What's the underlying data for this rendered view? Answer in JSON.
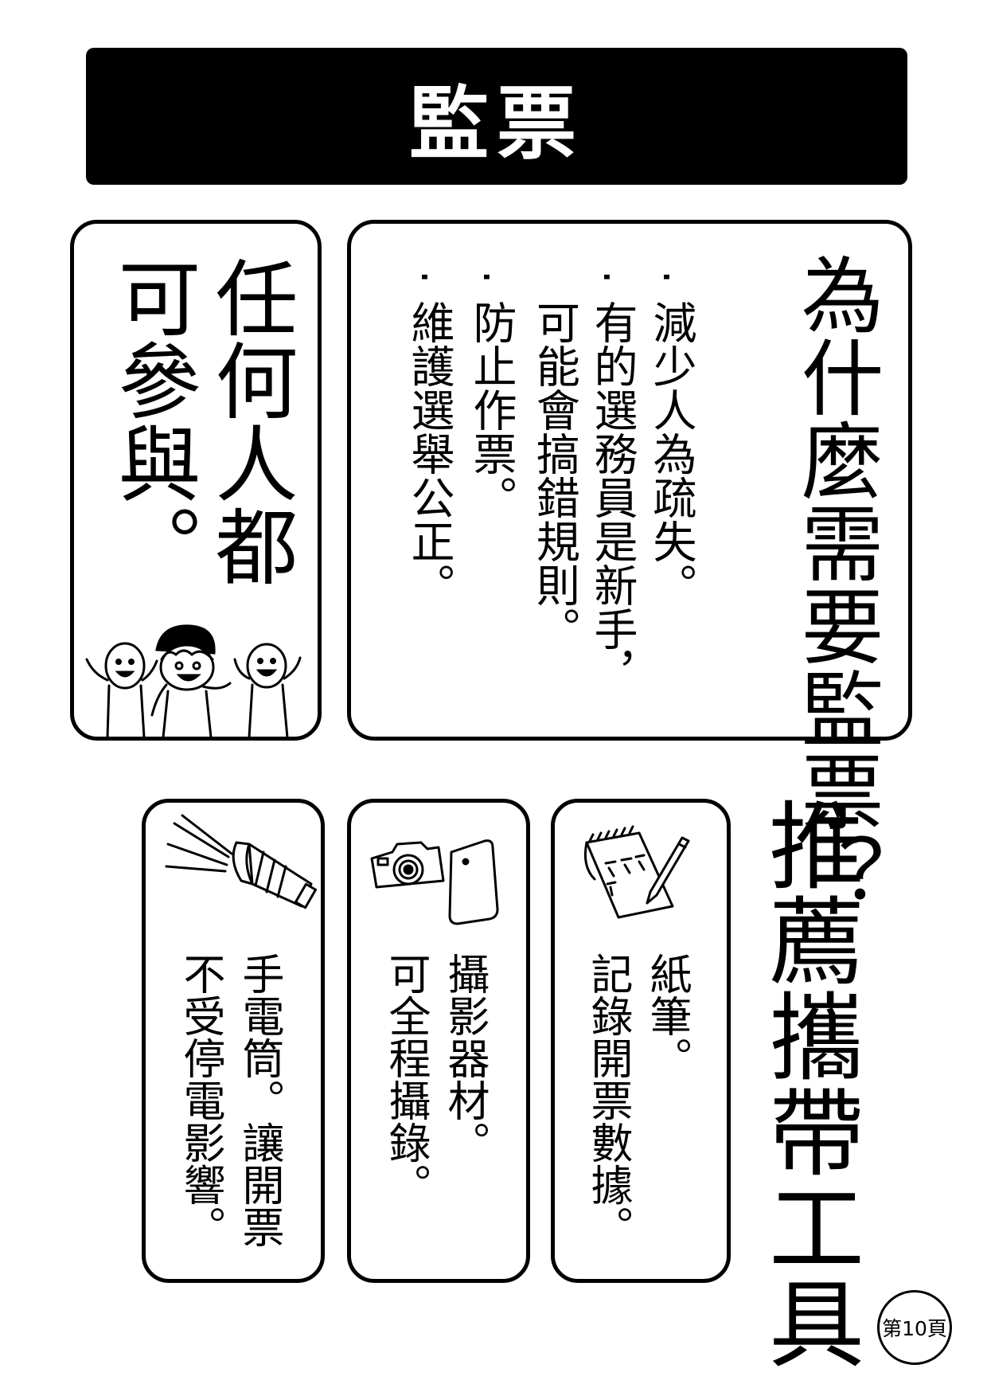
{
  "title": "監票",
  "panel_why": {
    "heading": "為什麼需要監票？",
    "bullets": [
      "減少人為疏失。",
      "有的選務員是新手，可能會搞錯規則。",
      "防止作票。",
      "維護選舉公正。"
    ],
    "bullet_marker": "·"
  },
  "panel_anyone": {
    "line1": "任何人都",
    "line2": "可參與。"
  },
  "tools": {
    "heading": "推薦攜帶工具",
    "items": [
      {
        "line1": "紙筆。",
        "line2": "記錄開票數據。",
        "icon": "notepad-pen-icon"
      },
      {
        "line1": "攝影器材。",
        "line2": "可全程攝錄。",
        "icon": "camera-phone-icon"
      },
      {
        "line1": "手電筒。讓開票",
        "line2": "不受停電影響。",
        "icon": "flashlight-icon"
      }
    ]
  },
  "page_number": "第10頁",
  "colors": {
    "title_bg": "#000000",
    "title_text": "#ffffff",
    "ink": "#000000",
    "paper": "#ffffff"
  }
}
